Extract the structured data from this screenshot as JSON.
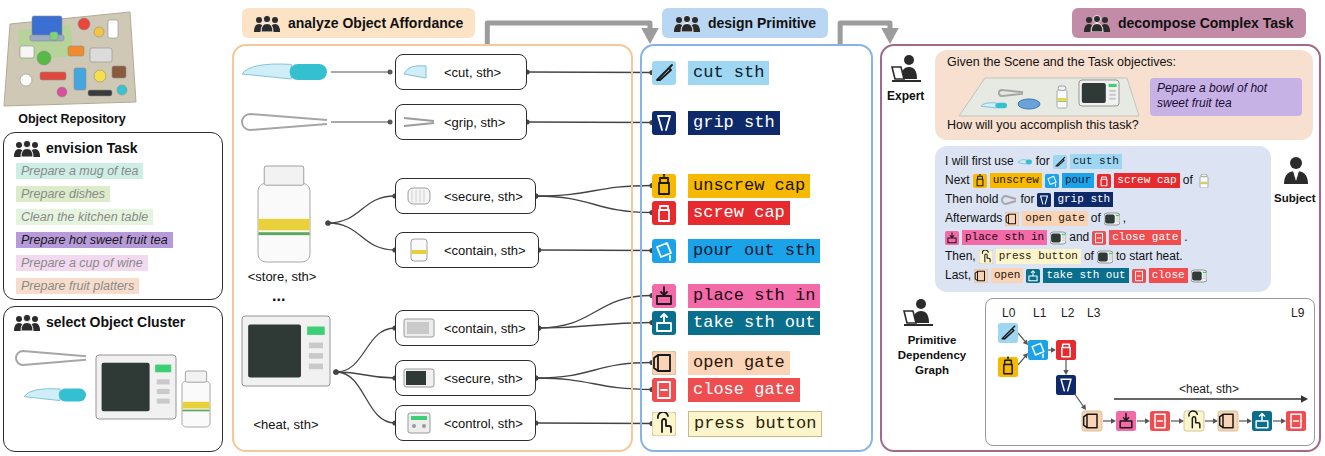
{
  "diagram": {
    "nodes": [
      {
        "text": [
          "envision Task",
          "Prepare a mug of tea",
          "Prepare dishes",
          "Clean the kitchen table",
          "Prepare hot sweet fruit tea",
          "Prepare a cup of wine",
          "Prepare fruit platters"
        ]
      },
      {
        "text": [
          "select Object Cluster"
        ]
      },
      {
        "text": [
          "analyze Object Affordance"
        ]
      },
      {
        "text": [
          "<cut, sth>"
        ],
        "in": 2
      },
      {
        "text": [
          "<grip, sth>"
        ],
        "in": 2
      },
      {
        "text": [
          "<store, sth>"
        ],
        "in": 2
      },
      {
        "text": [
          "<secure, sth>"
        ],
        "in": 2
      },
      {
        "text": [
          "<contain, sth>"
        ],
        "in": 2
      },
      {
        "text": [
          "<heat, sth>"
        ],
        "in": 2
      },
      {
        "text": [
          "<contain, sth>"
        ],
        "in": 2
      },
      {
        "text": [
          "<secure, sth>"
        ],
        "in": 2
      },
      {
        "text": [
          "<control, sth>"
        ],
        "in": 2
      },
      {
        "text": [
          "design Primitive"
        ]
      },
      {
        "text": [
          "cut sth"
        ],
        "in": 12
      },
      {
        "text": [
          "grip sth"
        ],
        "in": 12
      },
      {
        "text": [
          "unscrew cap"
        ],
        "in": 12
      },
      {
        "text": [
          "screw cap"
        ],
        "in": 12
      },
      {
        "text": [
          "pour out sth"
        ],
        "in": 12
      },
      {
        "text": [
          "place sth in"
        ],
        "in": 12
      },
      {
        "text": [
          "take sth out"
        ],
        "in": 12
      },
      {
        "text": [
          "open gate"
        ],
        "in": 12
      },
      {
        "text": [
          "close gate"
        ],
        "in": 12
      },
      {
        "text": [
          "press button"
        ],
        "in": 12
      },
      {
        "text": [
          "decompose Complex Task"
        ]
      },
      {
        "text": [
          "Given the Scene and the Task objectives:",
          "How will you accomplish this task?"
        ],
        "in": 23
      },
      {
        "text": [
          "Pepare a bowl of hot sweet fruit tea"
        ],
        "in": 24
      },
      {
        "text": [
          "I will first use",
          "for",
          "cut sth",
          "Next",
          "unscrew",
          "pour",
          "screw cap",
          "of",
          "Then hold",
          "for",
          "grip sth",
          "Afterwards",
          "open gate",
          "of",
          ",",
          "place sth in",
          "and",
          "close gate",
          ".",
          "Then,",
          "press button",
          "of",
          "to start heat.",
          "Last,",
          "open",
          "take sth out",
          "close"
        ],
        "in": 23
      },
      {
        "text": [
          "L0",
          "L1",
          "L2",
          "L3",
          "L9",
          "<heat, sth>"
        ],
        "in": 23
      }
    ],
    "edges": [
      {
        "from": 2,
        "to": 12,
        "arrow": "to"
      },
      {
        "from": 12,
        "to": 23,
        "arrow": "to"
      },
      {
        "from": 5,
        "to": 6,
        "arrow": "none"
      },
      {
        "from": 5,
        "to": 7,
        "arrow": "none"
      },
      {
        "from": 8,
        "to": 9,
        "arrow": "none"
      },
      {
        "from": 8,
        "to": 10,
        "arrow": "none"
      },
      {
        "from": 8,
        "to": 11,
        "arrow": "none"
      },
      {
        "from": 3,
        "to": 13,
        "arrow": "none"
      },
      {
        "from": 4,
        "to": 14,
        "arrow": "none"
      },
      {
        "from": 6,
        "to": 15,
        "arrow": "none"
      },
      {
        "from": 6,
        "to": 16,
        "arrow": "none"
      },
      {
        "from": 7,
        "to": 17,
        "arrow": "none"
      },
      {
        "from": 9,
        "to": 18,
        "arrow": "none"
      },
      {
        "from": 9,
        "to": 19,
        "arrow": "none"
      },
      {
        "from": 10,
        "to": 20,
        "arrow": "none"
      },
      {
        "from": 10,
        "to": 21,
        "arrow": "none"
      },
      {
        "from": 11,
        "to": 22,
        "arrow": "none"
      }
    ],
    "labels": [
      "Object Repository",
      "...",
      "Expert",
      "Subject",
      "Primitive Dependency Graph"
    ]
  }
}
